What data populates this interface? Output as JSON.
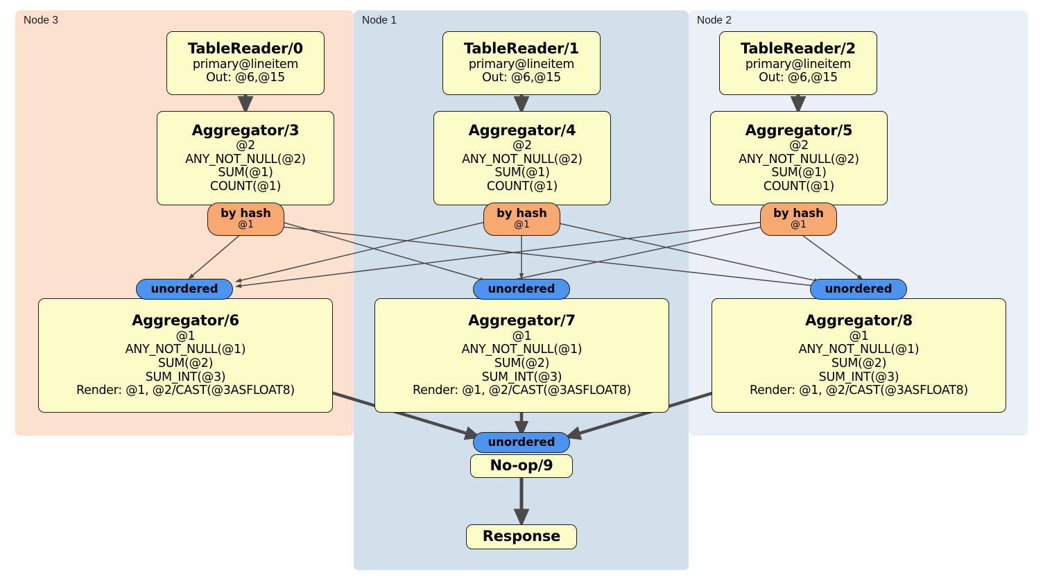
{
  "diagram": {
    "kind": "distributed-query-plan",
    "colors": {
      "node3_panel": "#FCE1CE",
      "node1_panel": "#D2E0EC",
      "node2_panel": "#EAEFF8",
      "process_box": "#FCFCC8",
      "hash_router": "#F7A971",
      "unordered_router": "#4D94F0",
      "edge": "#4A4A4A",
      "border": "#1C1C1C"
    }
  },
  "panels": [
    {
      "id": "node3",
      "label": "Node 3"
    },
    {
      "id": "node1",
      "label": "Node 1"
    },
    {
      "id": "node2",
      "label": "Node 2"
    }
  ],
  "processors": {
    "tablereader0": {
      "title": "TableReader/0",
      "lines": [
        "primary@lineitem",
        "Out: @6,@15"
      ]
    },
    "tablereader1": {
      "title": "TableReader/1",
      "lines": [
        "primary@lineitem",
        "Out: @6,@15"
      ]
    },
    "tablereader2": {
      "title": "TableReader/2",
      "lines": [
        "primary@lineitem",
        "Out: @6,@15"
      ]
    },
    "aggregator3": {
      "title": "Aggregator/3",
      "lines": [
        "@2",
        "ANY_NOT_NULL(@2)",
        "SUM(@1)",
        "COUNT(@1)"
      ]
    },
    "aggregator4": {
      "title": "Aggregator/4",
      "lines": [
        "@2",
        "ANY_NOT_NULL(@2)",
        "SUM(@1)",
        "COUNT(@1)"
      ]
    },
    "aggregator5": {
      "title": "Aggregator/5",
      "lines": [
        "@2",
        "ANY_NOT_NULL(@2)",
        "SUM(@1)",
        "COUNT(@1)"
      ]
    },
    "aggregator6": {
      "title": "Aggregator/6",
      "lines": [
        "@1",
        "ANY_NOT_NULL(@1)",
        "SUM(@2)",
        "SUM_INT(@3)",
        "Render: @1, @2/CAST(@3ASFLOAT8)"
      ]
    },
    "aggregator7": {
      "title": "Aggregator/7",
      "lines": [
        "@1",
        "ANY_NOT_NULL(@1)",
        "SUM(@2)",
        "SUM_INT(@3)",
        "Render: @1, @2/CAST(@3ASFLOAT8)"
      ]
    },
    "aggregator8": {
      "title": "Aggregator/8",
      "lines": [
        "@1",
        "ANY_NOT_NULL(@1)",
        "SUM(@2)",
        "SUM_INT(@3)",
        "Render: @1, @2/CAST(@3ASFLOAT8)"
      ]
    },
    "noop9": {
      "title": "No-op/9",
      "lines": []
    },
    "response": {
      "title": "Response",
      "lines": []
    }
  },
  "routers": {
    "hash_left": {
      "type": "by hash",
      "column": "@1"
    },
    "hash_mid": {
      "type": "by hash",
      "column": "@1"
    },
    "hash_right": {
      "type": "by hash",
      "column": "@1"
    },
    "unord_left": {
      "type": "unordered"
    },
    "unord_mid": {
      "type": "unordered"
    },
    "unord_right": {
      "type": "unordered"
    },
    "unord_final": {
      "type": "unordered"
    }
  }
}
